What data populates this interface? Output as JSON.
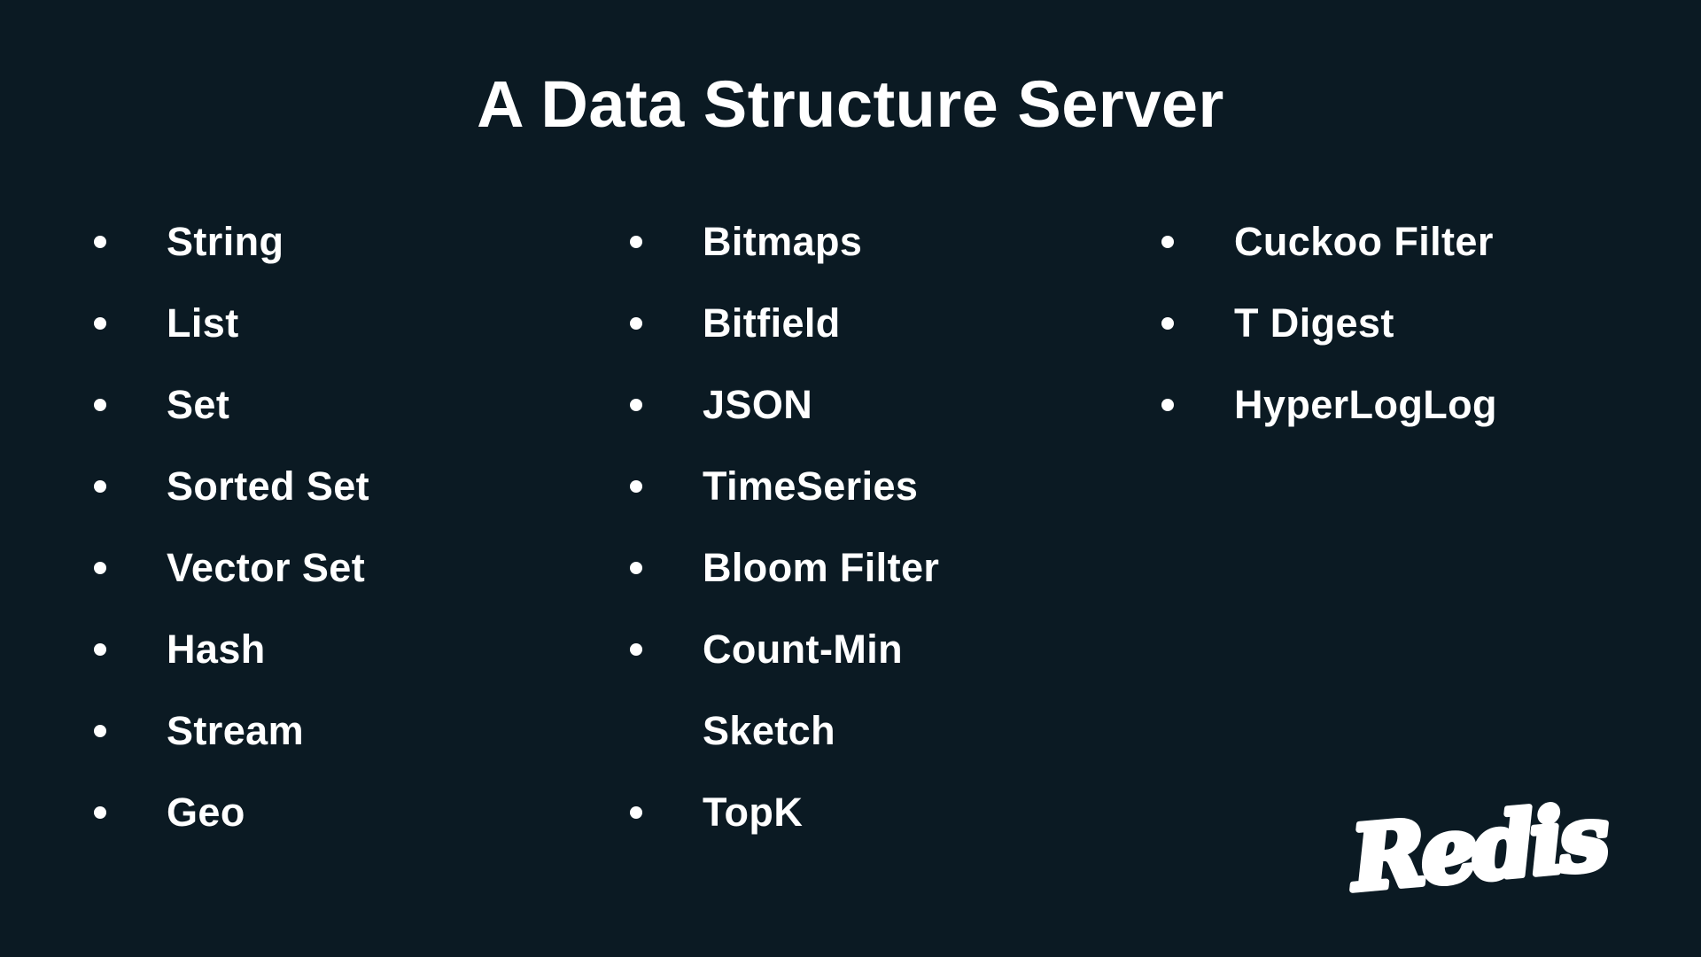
{
  "slide": {
    "title": "A Data Structure Server",
    "colors": {
      "background": "#0B1A23",
      "text": "#FFFFFF"
    },
    "columns": [
      {
        "items": [
          {
            "label": "String"
          },
          {
            "label": "List"
          },
          {
            "label": "Set"
          },
          {
            "label": "Sorted Set"
          },
          {
            "label": "Vector Set"
          },
          {
            "label": "Hash"
          },
          {
            "label": "Stream"
          },
          {
            "label": "Geo"
          }
        ]
      },
      {
        "items": [
          {
            "label": "Bitmaps"
          },
          {
            "label": "Bitfield"
          },
          {
            "label": "JSON"
          },
          {
            "label": "TimeSeries"
          },
          {
            "label": "Bloom Filter"
          },
          {
            "label": "Count-Min\nSketch"
          },
          {
            "label": "TopK"
          }
        ]
      },
      {
        "items": [
          {
            "label": "Cuckoo Filter"
          },
          {
            "label": "T Digest"
          },
          {
            "label": "HyperLogLog"
          }
        ]
      }
    ],
    "logo_text": "Redis"
  }
}
